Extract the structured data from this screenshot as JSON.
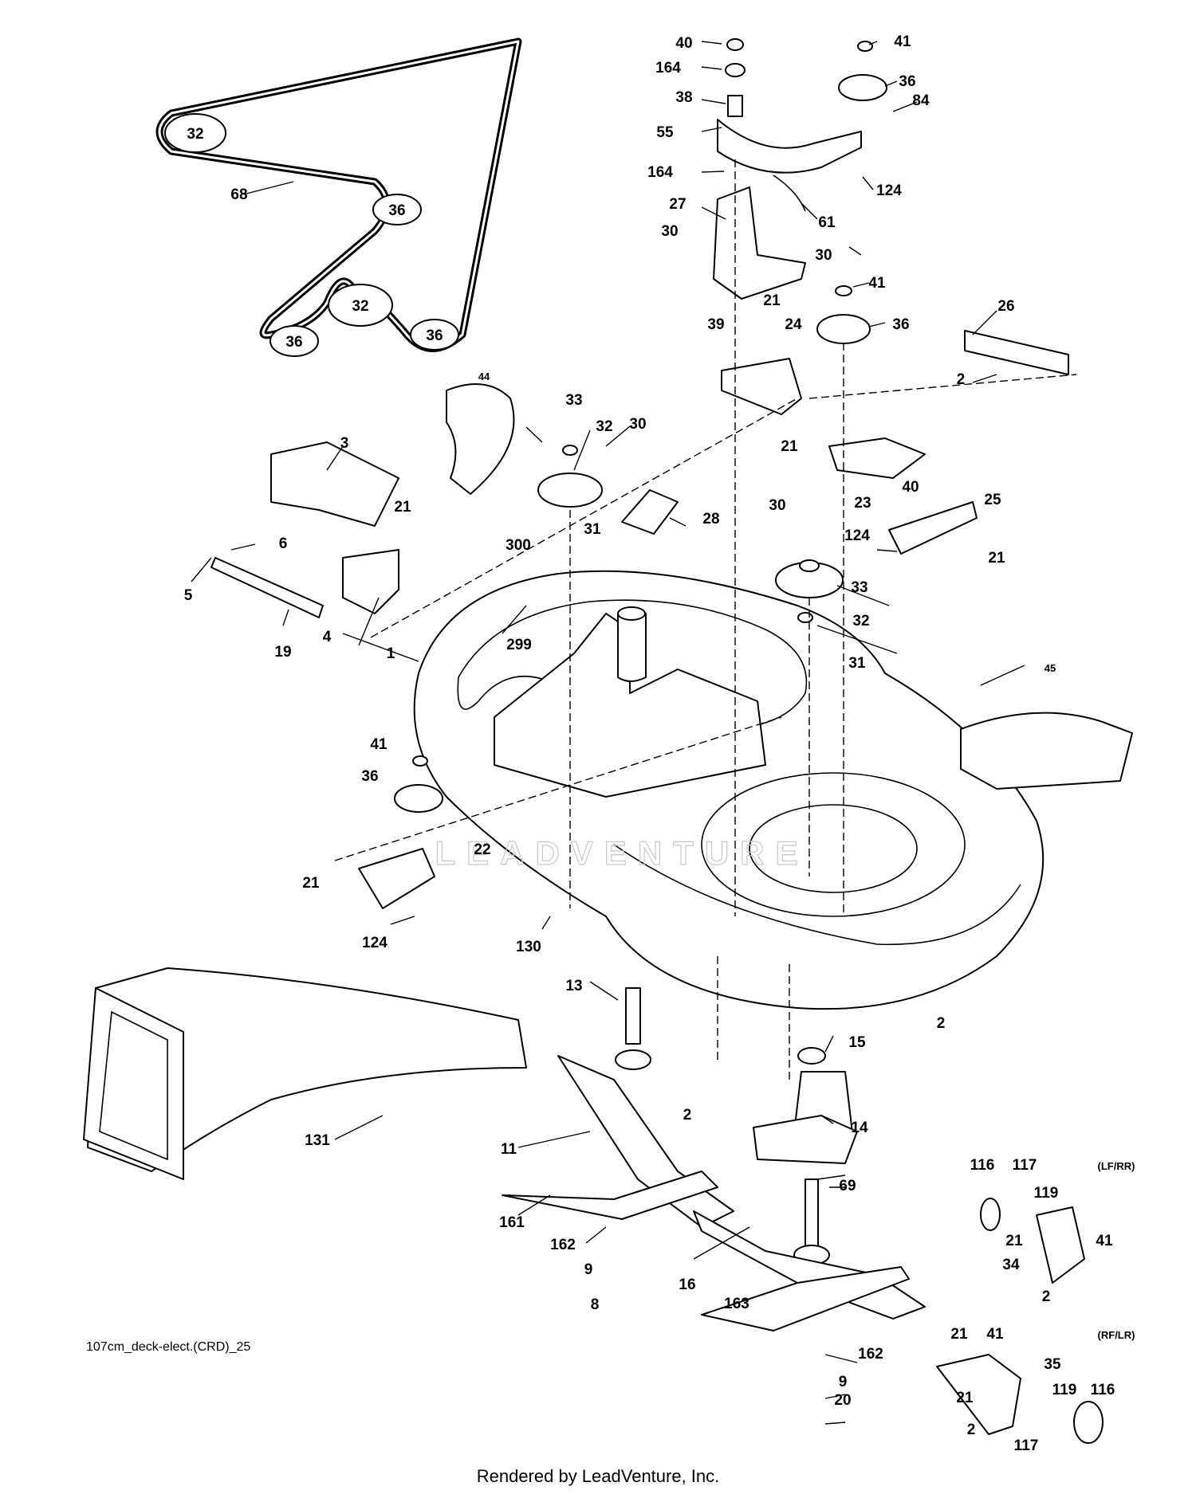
{
  "diagram_ref": "107cm_deck-elect.(CRD)_25",
  "footer": "Rendered by LeadVenture, Inc.",
  "watermark": "LEADVENTURE",
  "notes": {
    "lf_rr": "(LF/RR)",
    "rf_lr": "(RF/LR)"
  },
  "belt_labels": [
    "32",
    "36",
    "32",
    "36",
    "36"
  ],
  "part_labels": [
    "40",
    "41",
    "164",
    "36",
    "84",
    "38",
    "55",
    "164",
    "124",
    "27",
    "61",
    "30",
    "30",
    "41",
    "39",
    "21",
    "36",
    "24",
    "26",
    "2",
    "44",
    "33",
    "32",
    "30",
    "3",
    "21",
    "23",
    "40",
    "25",
    "21",
    "28",
    "30",
    "124",
    "300",
    "31",
    "21",
    "6",
    "33",
    "32",
    "5",
    "299",
    "31",
    "19",
    "4",
    "1",
    "45",
    "41",
    "36",
    "22",
    "21",
    "124",
    "130",
    "13",
    "2",
    "15",
    "2",
    "14",
    "11",
    "131",
    "116",
    "117",
    "(LF/RR)",
    "119",
    "69",
    "21",
    "41",
    "34",
    "161",
    "162",
    "2",
    "9",
    "16",
    "8",
    "163",
    "21",
    "41",
    "(RF/LR)",
    "35",
    "162",
    "21",
    "119",
    "116",
    "9",
    "2",
    "117",
    "20",
    "68"
  ]
}
